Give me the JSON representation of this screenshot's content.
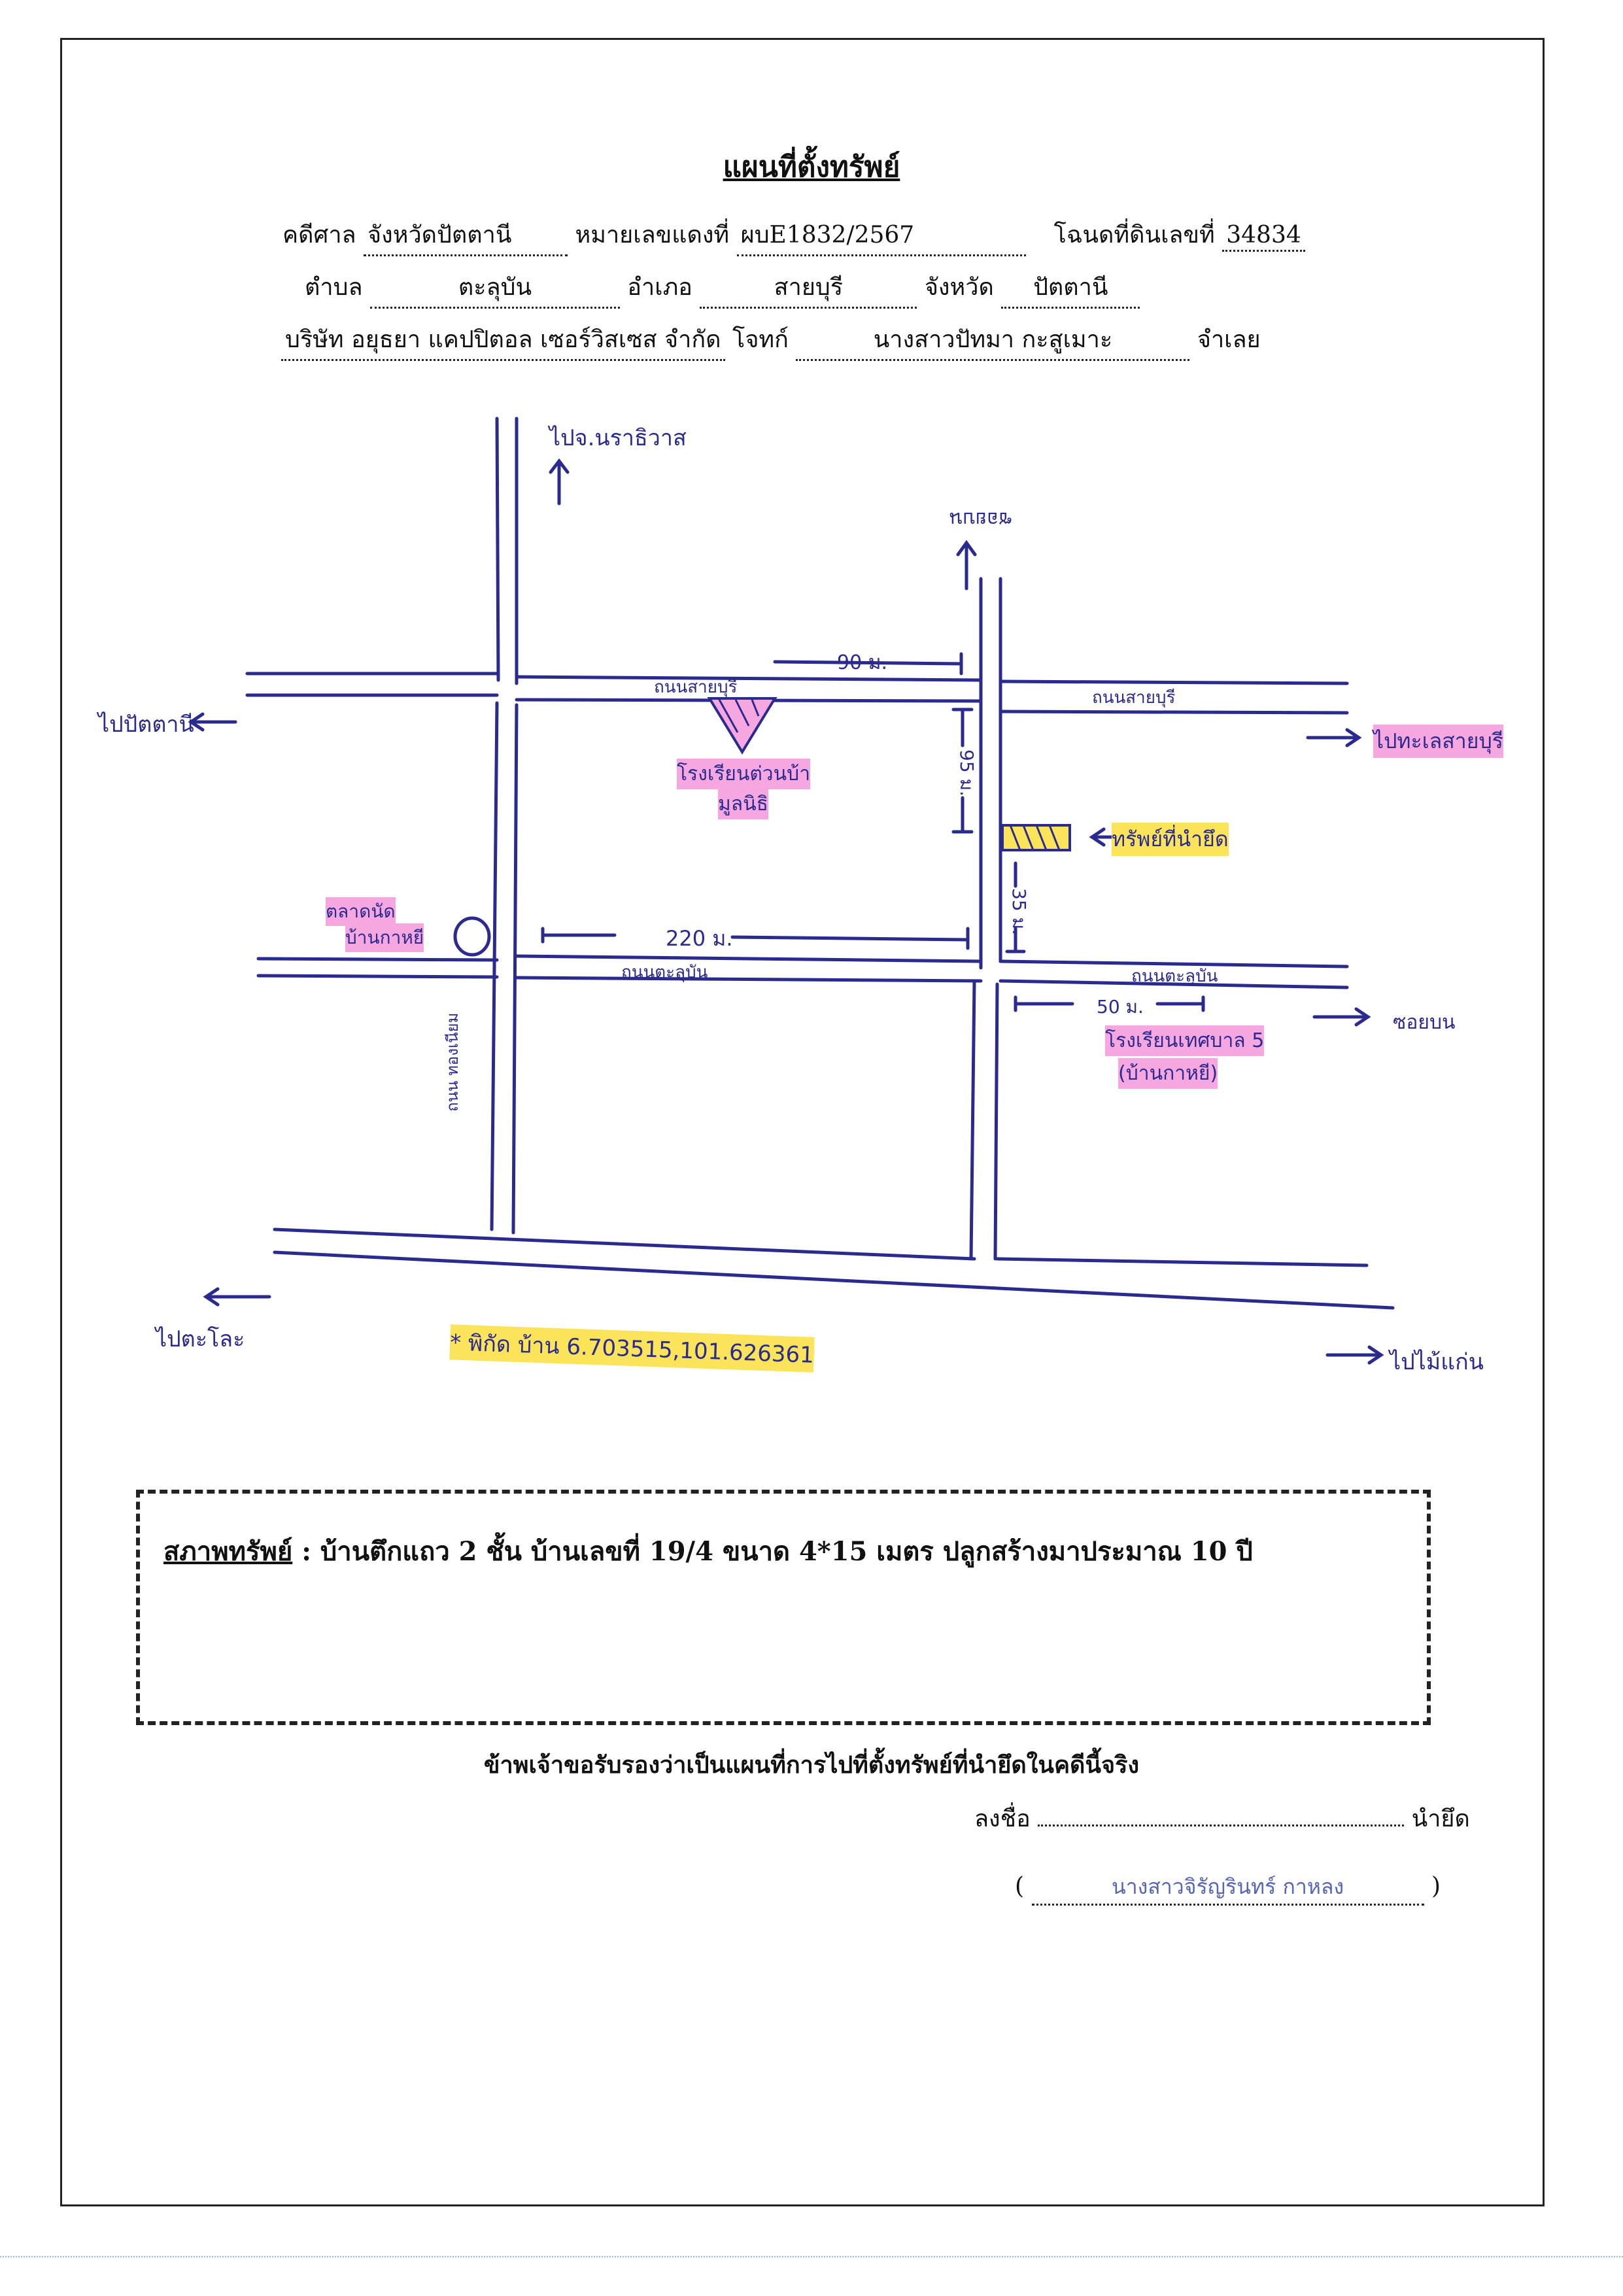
{
  "header": {
    "title": "แผนที่ตั้งทรัพย์",
    "court_label": "คดีศาล",
    "court_value": "จังหวัดปัตตานี",
    "case_label": "หมายเลขแดงที่",
    "case_value": "ผบE1832/2567",
    "deed_label": "โฉนดที่ดินเลขที่",
    "deed_value": "34834",
    "subdistrict_label": "ตำบล",
    "subdistrict_value": "ตะลุบัน",
    "district_label": "อำเภอ",
    "district_value": "สายบุรี",
    "province_label": "จังหวัด",
    "province_value": "ปัตตานี",
    "plaintiff_value": "บริษัท อยุธยา แคปปิตอล เซอร์วิสเซส จำกัด",
    "plaintiff_label": "โจทก์",
    "defendant_value": "นางสาวปัทมา กะสูเมาะ",
    "defendant_label": "จำเลย"
  },
  "map": {
    "to_narathiwat": "ไปจ.นราธิวาส",
    "soi_top": "ซอยบน",
    "to_pattani": "ไปปัตตานี",
    "road_saiburi_left": "ถนนสายบุรี",
    "dist_90": "90 ม.",
    "road_saiburi_right": "ถนนสายบุรี",
    "to_saiburi": "ไปทะเลสายบุรี",
    "school_top": "โรงเรียนต่วนบ้า",
    "school_top_2": "มูลนิธิ",
    "dist_95": "95 ม.",
    "property_label": "ทรัพย์ที่นำยึด",
    "dist_35": "35 ม.",
    "market": "ตลาดนัด",
    "market_2": "บ้านกาหยี",
    "dist_220": "220 ม.",
    "road_taluban_left": "ถนนตะลุบัน",
    "road_taluban_right": "ถนนตะลุบัน",
    "dist_50": "50 ม.",
    "soi_right": "ซอยบน",
    "school_bottom": "โรงเรียนเทศบาล 5",
    "school_bottom_2": "(บ้านกาหยี)",
    "road_vertical": "ถนน ทองเนียม",
    "to_pakpho": "ไปตะโละ",
    "coords": "* พิกัด บ้าน 6.703515,101.626361",
    "to_maikaen": "ไปไม้แก่น"
  },
  "condition": {
    "label": "สภาพทรัพย์",
    "text": ": บ้านตึกแถว 2 ชั้น บ้านเลขที่ 19/4  ขนาด 4*15 เมตร ปลูกสร้างมาประมาณ 10 ปี"
  },
  "certification": {
    "statement": "ข้าพเจ้าขอรับรองว่าเป็นแผนที่การไปที่ตั้งทรัพย์ที่นำยึดในคดีนี้จริง",
    "sign_label": "ลงชื่อ",
    "role": "นำยึด",
    "signer_name": "นางสาวจิรัญรินทร์ กาหลง",
    "paren_open": "(",
    "paren_close": ")",
    "date_marks": "/ /"
  },
  "colors": {
    "ink": "#2b2a8f",
    "highlight_pink": "#f7a7df",
    "highlight_yellow": "#fbe45a"
  }
}
